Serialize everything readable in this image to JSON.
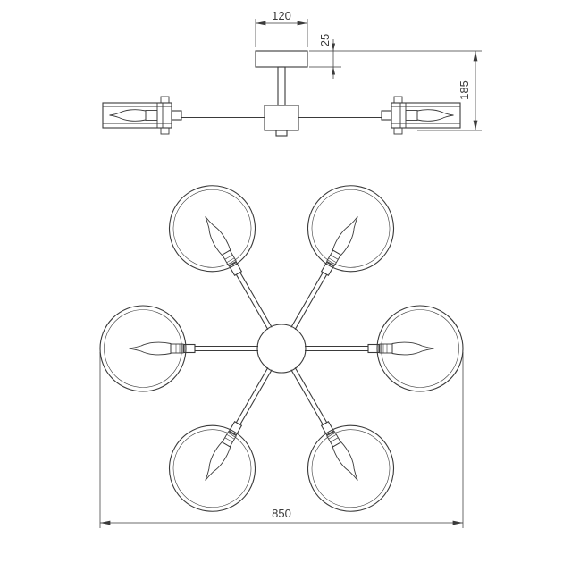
{
  "meta": {
    "type": "technical-line-drawing",
    "subject": "six-arm ceiling chandelier: side elevation (top) and bottom plan view",
    "line_color": "#3a3a3a",
    "background_color": "#ffffff"
  },
  "dimensions": {
    "canopy_width": "120",
    "canopy_height": "25",
    "fixture_height": "185",
    "overall_diameter": "850"
  },
  "plan": {
    "arm_count": 6
  }
}
